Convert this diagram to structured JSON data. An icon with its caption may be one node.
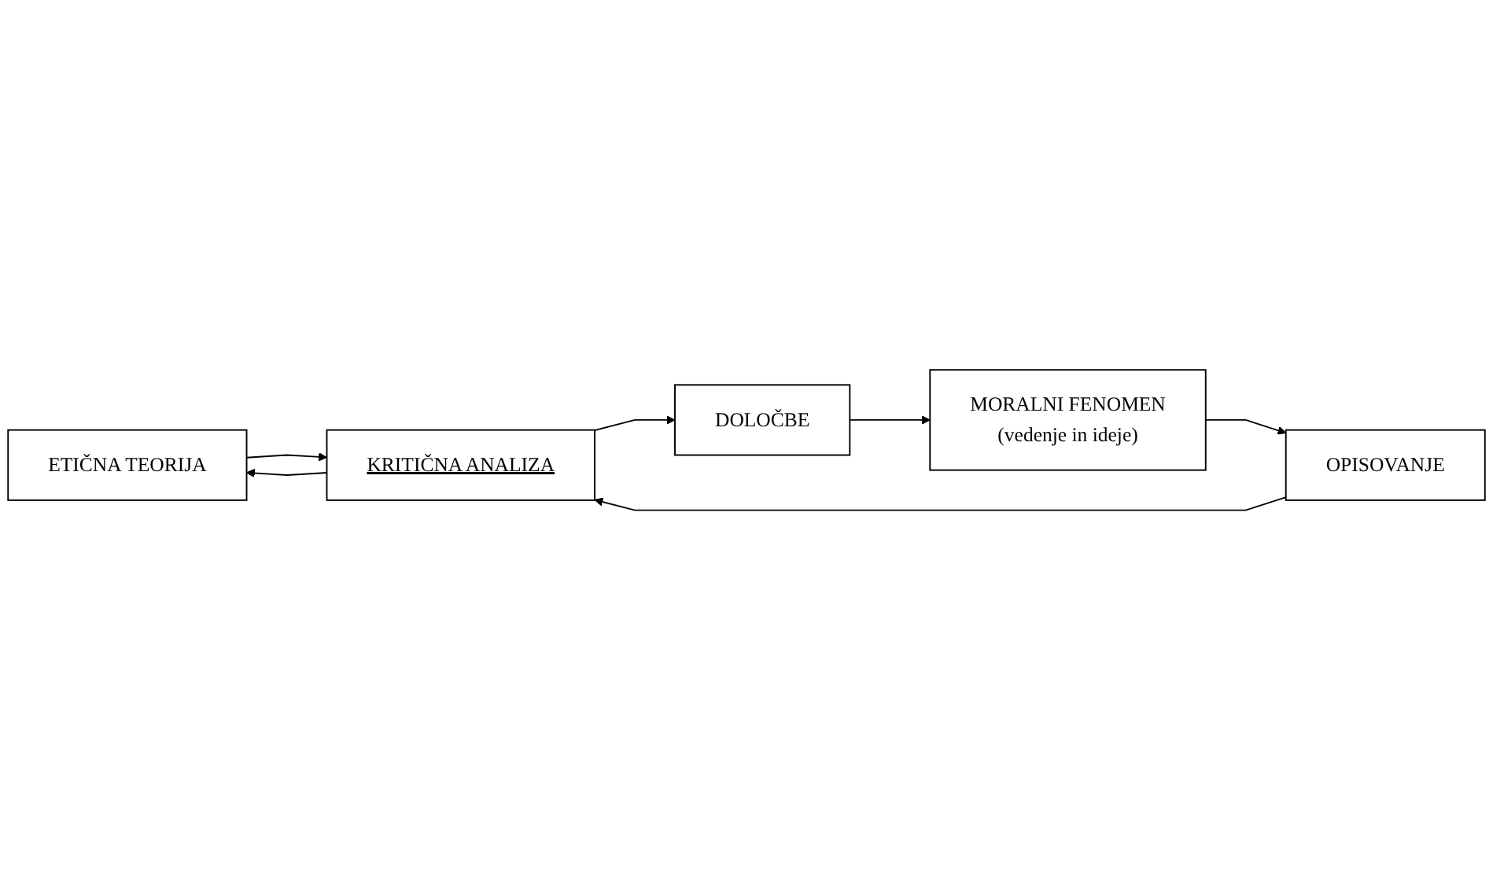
{
  "diagram": {
    "nodes": [
      {
        "text": [
          "ETIČNA TEORIJA"
        ]
      },
      {
        "text": [
          "OPISOVANJE"
        ]
      },
      {
        "text": [
          "KRITIČNA ANALIZA"
        ]
      },
      {
        "text": [
          "DOLOČBE"
        ]
      },
      {
        "text": [
          "MORALNI FENOMEN",
          "(vedenje in ideje)"
        ]
      }
    ],
    "edges": [
      {
        "from": 2,
        "to": 0,
        "arrow": "to"
      },
      {
        "from": 0,
        "to": 2,
        "arrow": "to"
      },
      {
        "from": 1,
        "to": 2,
        "arrow": "to"
      },
      {
        "from": 2,
        "to": 3,
        "arrow": "to"
      },
      {
        "from": 3,
        "to": 4,
        "arrow": "to"
      },
      {
        "from": 4,
        "to": 1,
        "arrow": "to"
      }
    ]
  }
}
